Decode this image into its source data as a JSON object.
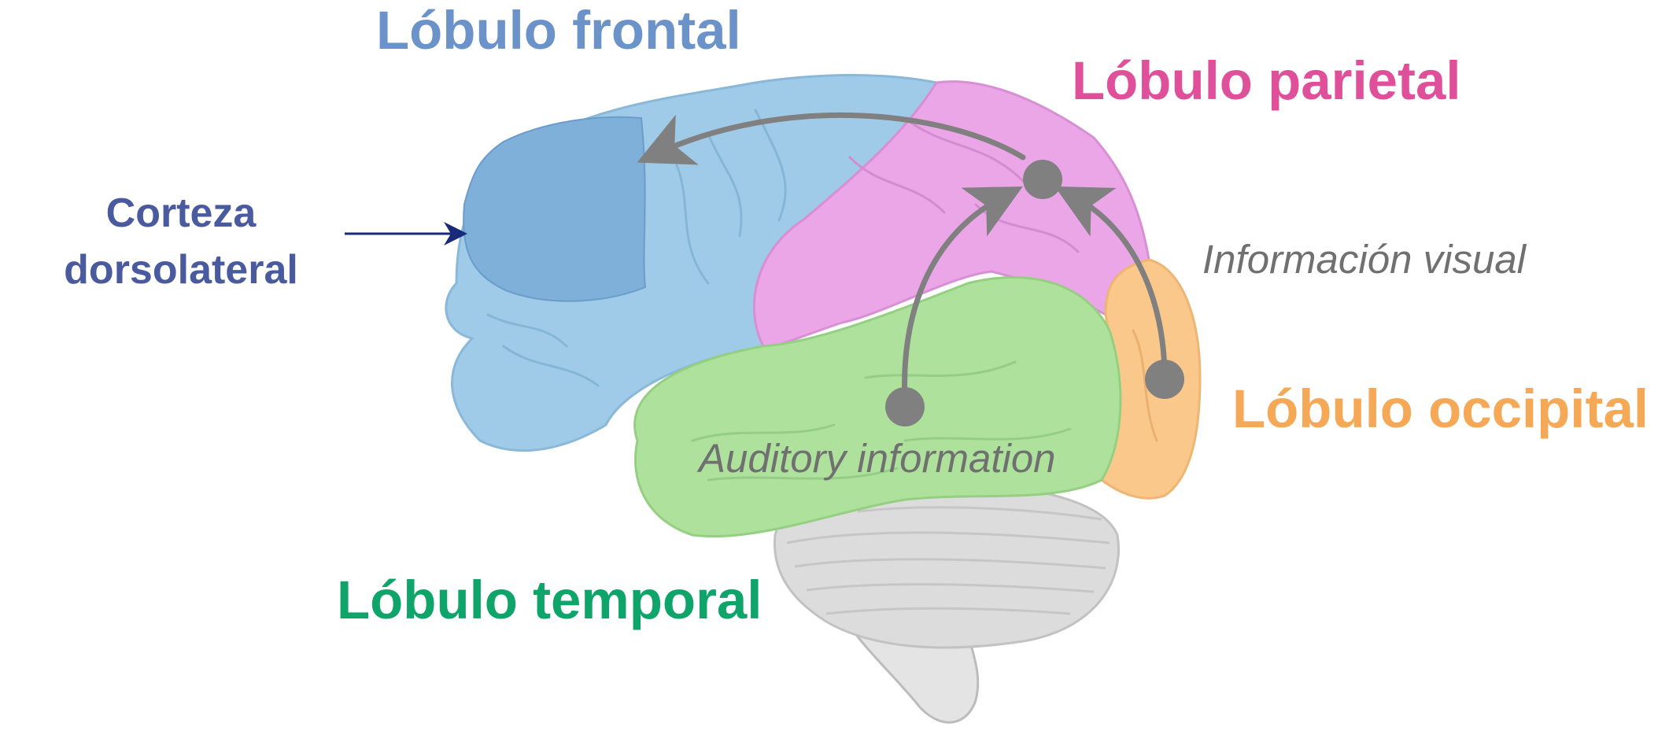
{
  "labels": {
    "frontal": "Lóbulo frontal",
    "parietal": "Lóbulo parietal",
    "occipital": "Lóbulo occipital",
    "temporal": "Lóbulo temporal",
    "cortex_line1": "Corteza",
    "cortex_line2": "dorsolateral",
    "visual_info": "Información visual",
    "auditory_info": "Auditory information"
  },
  "colors": {
    "frontal": "#6b93c9",
    "parietal": "#e0509a",
    "occipital": "#f5a855",
    "temporal": "#0fa56a",
    "cortex": "#4a5a9e",
    "info": "#707070",
    "arrow": "#808080",
    "lobe_frontal_fill": "#9fcbe8",
    "lobe_dorsolateral_fill": "#7fb0da",
    "lobe_parietal_fill": "#eaa6e6",
    "lobe_temporal_fill": "#aee29c",
    "lobe_occipital_fill": "#fbc88c",
    "cerebellum_fill": "#dcdcdc"
  }
}
